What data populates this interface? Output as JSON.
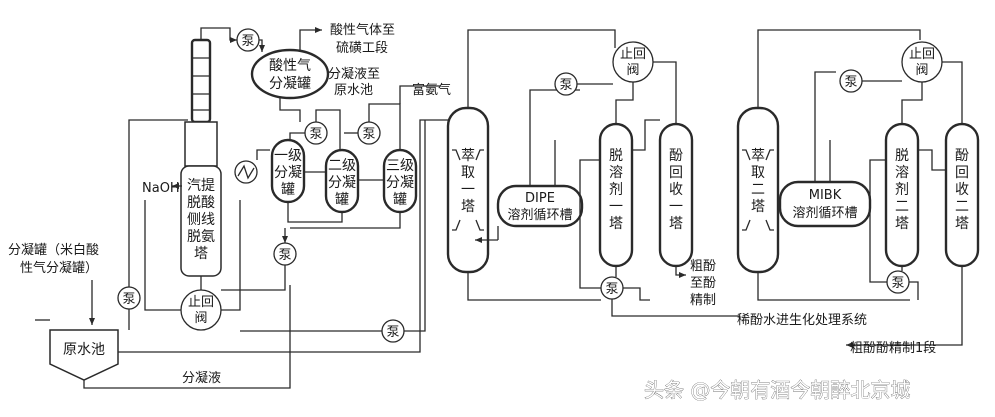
{
  "labels": {
    "acid_gas_condenser": [
      "酸性气",
      "分凝罐"
    ],
    "acid_gas_to": [
      "酸性气体至",
      "硫磺工段"
    ],
    "condensate_to": [
      "分凝液至",
      "原水池"
    ],
    "rich_ammonia": "富氨气",
    "stripper": [
      "汽提",
      "脱酸",
      "侧线",
      "脱氨",
      "塔"
    ],
    "naoh": "NaOH",
    "condenser_left": [
      "分凝罐（米白酸",
      "性气分凝罐）"
    ],
    "stage1": [
      "一级",
      "分凝",
      "罐"
    ],
    "stage2": [
      "二级",
      "分凝",
      "罐"
    ],
    "stage3": [
      "三级",
      "分凝",
      "罐"
    ],
    "extract1": [
      "萃",
      "取",
      "一",
      "塔"
    ],
    "extract2": [
      "萃",
      "取",
      "二",
      "塔"
    ],
    "dipe_tank": [
      "DIPE",
      "溶剂循环槽"
    ],
    "mibk_tank": [
      "MIBK",
      "溶剂循环槽"
    ],
    "solvent1": [
      "脱",
      "溶",
      "剂",
      "一",
      "塔"
    ],
    "solvent2": [
      "脱",
      "溶",
      "剂",
      "二",
      "塔"
    ],
    "phenol1": [
      "酚",
      "回",
      "收",
      "一",
      "塔"
    ],
    "phenol2": [
      "酚",
      "回",
      "收",
      "二",
      "塔"
    ],
    "check_valve": [
      "止回",
      "阀"
    ],
    "pump": "泵",
    "raw_pool": "原水池",
    "condensate": "分凝液",
    "crude_phenol": [
      "粗酚",
      "至酚",
      "精制"
    ],
    "dilute_phenol": "稀酚水进生化处理系统",
    "crude_phenol_2": "粗酚酚精制1段",
    "watermark": "头条 @今朝有酒今朝醉北京城"
  }
}
